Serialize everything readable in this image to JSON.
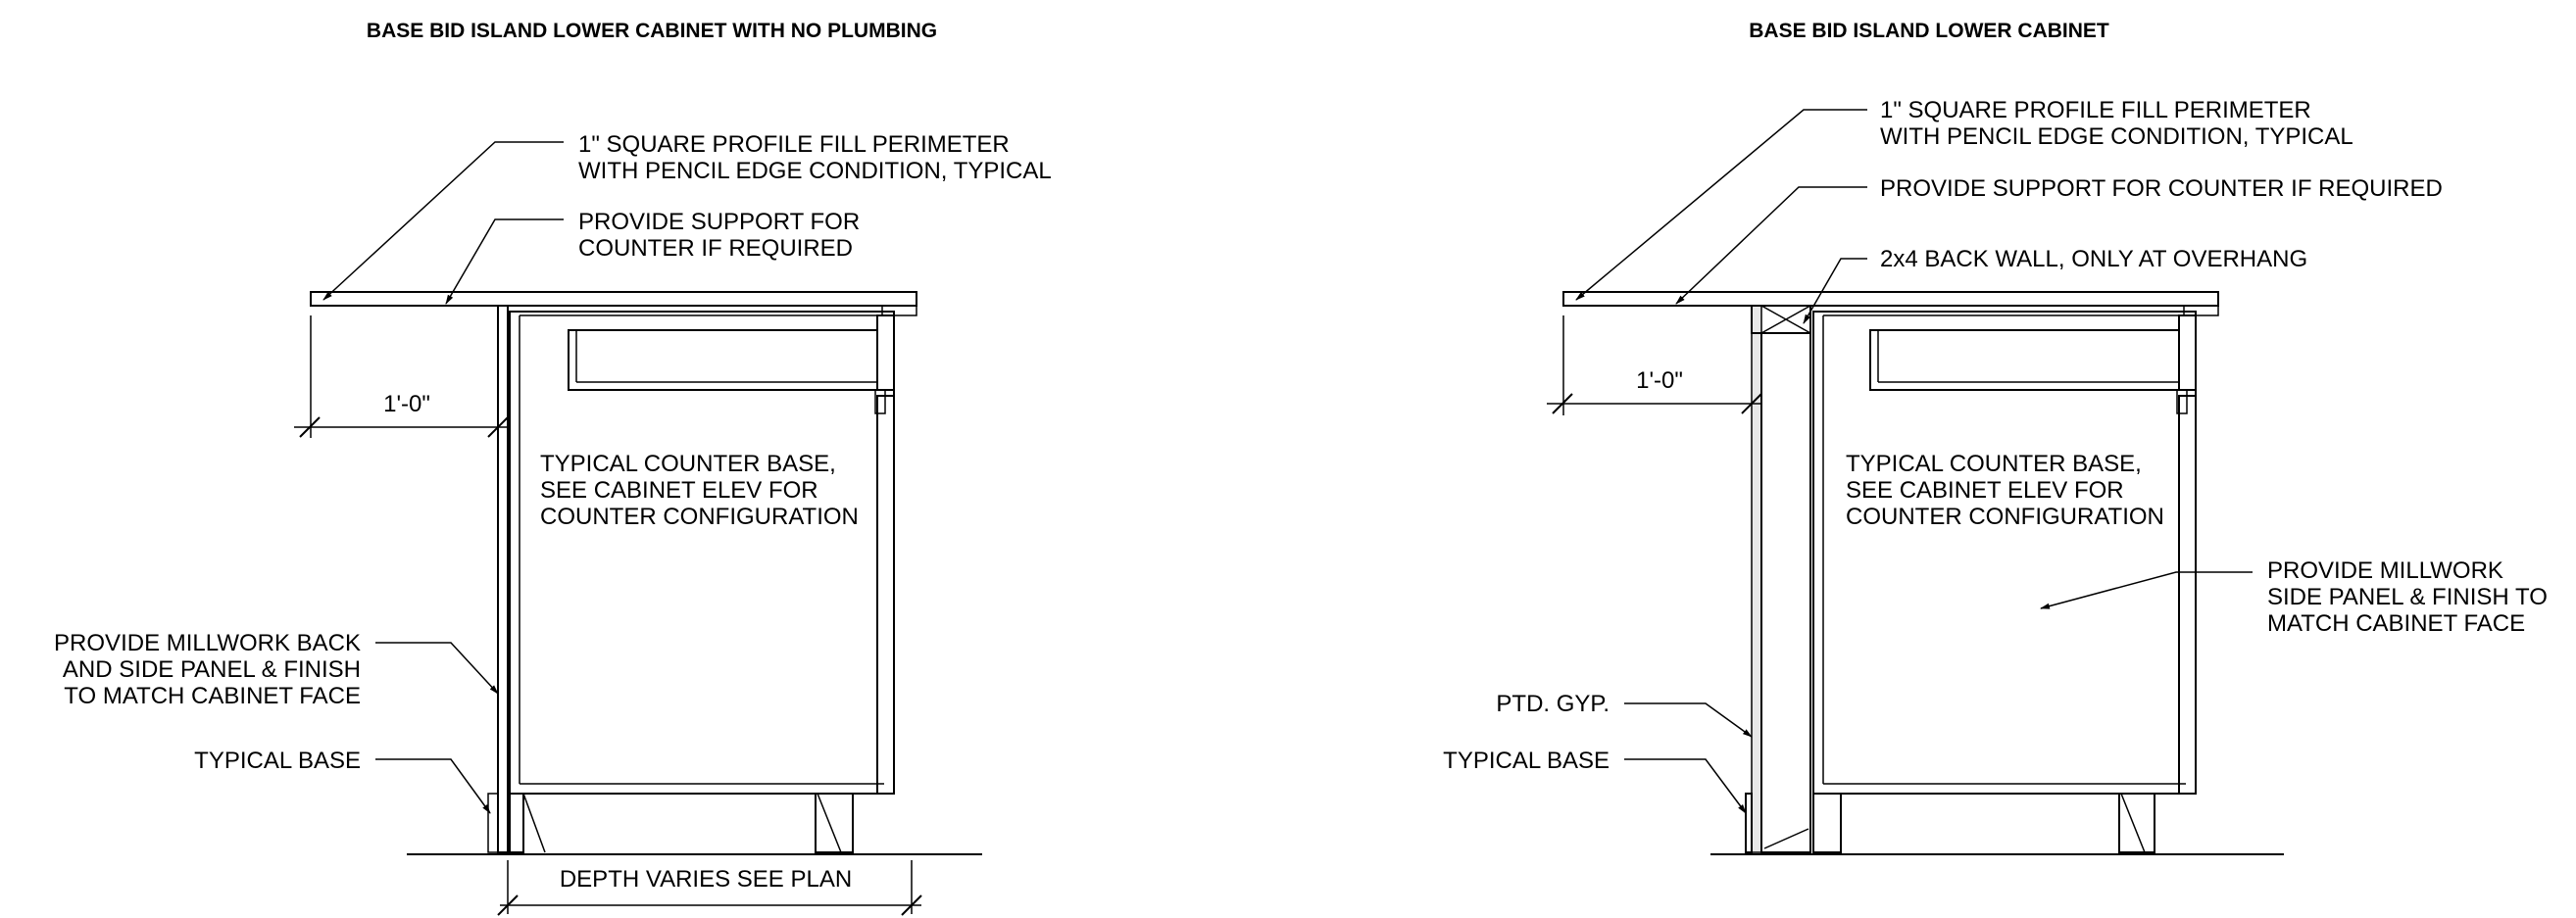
{
  "left": {
    "title": "BASE BID ISLAND LOWER CABINET WITH NO PLUMBING",
    "notes": {
      "profile": [
        "1\" SQUARE PROFILE FILL PERIMETER",
        "WITH PENCIL EDGE CONDITION, TYPICAL"
      ],
      "support": [
        "PROVIDE SUPPORT FOR",
        "COUNTER IF REQUIRED"
      ],
      "counter_base": [
        "TYPICAL COUNTER BASE,",
        "SEE CABINET ELEV FOR",
        "COUNTER CONFIGURATION"
      ],
      "millwork": [
        "PROVIDE MILLWORK BACK",
        "AND SIDE PANEL & FINISH",
        "TO MATCH CABINET FACE"
      ],
      "base": "TYPICAL BASE"
    },
    "dimensions": {
      "overhang": "1'-0\"",
      "depth": "DEPTH VARIES SEE PLAN"
    }
  },
  "right": {
    "title": "BASE BID ISLAND LOWER CABINET",
    "notes": {
      "profile": [
        "1\" SQUARE PROFILE FILL PERIMETER",
        "WITH PENCIL EDGE CONDITION, TYPICAL"
      ],
      "support": "PROVIDE SUPPORT FOR COUNTER IF REQUIRED",
      "back_wall": "2x4 BACK WALL, ONLY AT OVERHANG",
      "counter_base": [
        "TYPICAL COUNTER BASE,",
        "SEE CABINET ELEV FOR",
        "COUNTER CONFIGURATION"
      ],
      "millwork": [
        "PROVIDE MILLWORK",
        "SIDE PANEL & FINISH TO",
        "MATCH CABINET FACE"
      ],
      "gyp": "PTD. GYP.",
      "base": "TYPICAL BASE"
    },
    "dimensions": {
      "overhang": "1'-0\""
    }
  }
}
